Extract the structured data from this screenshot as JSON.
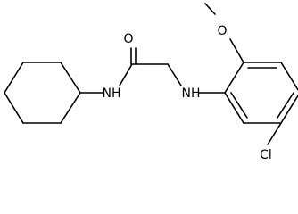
{
  "atoms": {
    "oxygen_carbonyl": "O",
    "amide_nitrogen": "NH",
    "amine_nitrogen": "NH",
    "methoxy_oxygen": "O",
    "chlorine": "Cl"
  },
  "colors": {
    "bond": "#000000",
    "text": "#000000",
    "background": "#ffffff"
  }
}
